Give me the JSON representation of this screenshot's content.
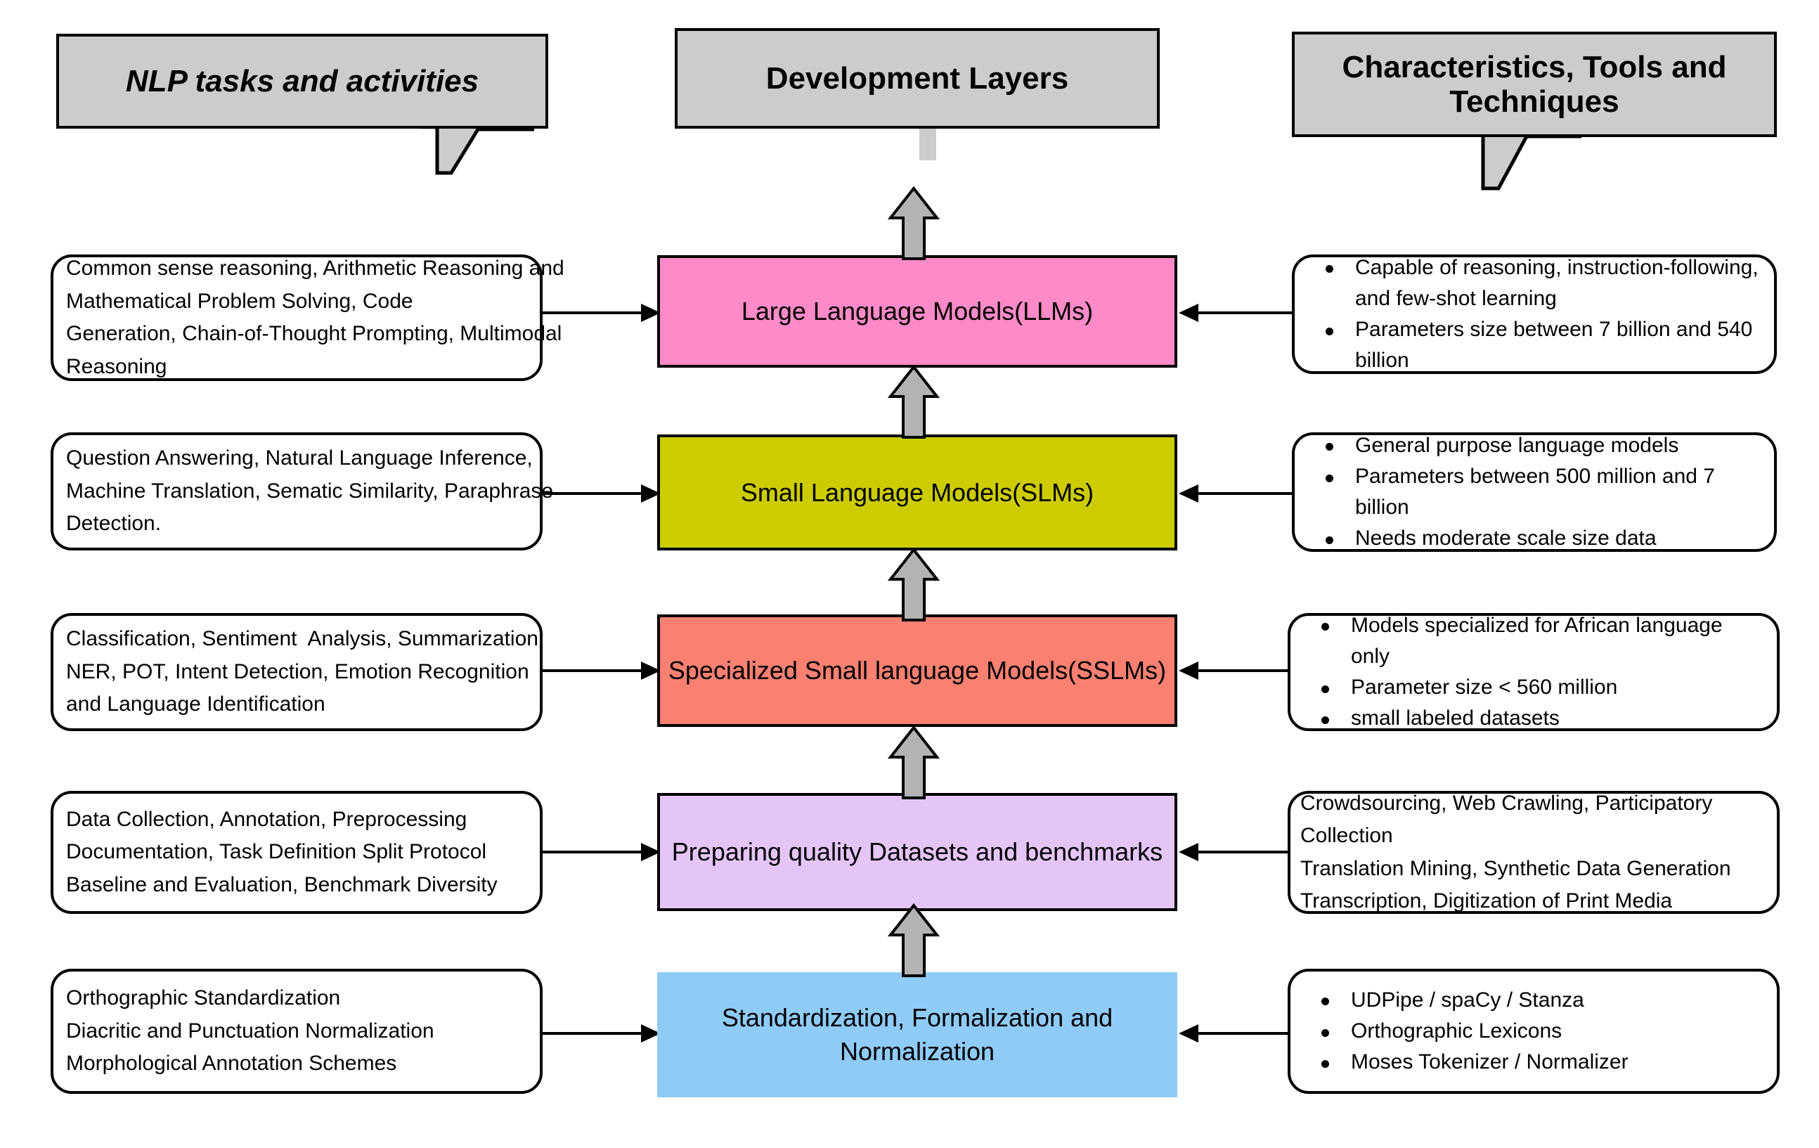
{
  "headers": {
    "left": {
      "label": "NLP tasks and activities"
    },
    "center": {
      "label": "Development Layers"
    },
    "right": {
      "label": "Characteristics, Tools and Techniques"
    }
  },
  "colors": {
    "llm": "#FF8AC8",
    "slm": "#CCCC00",
    "sslm": "#FA8072",
    "datasets": "#E4C5F7",
    "normalization": "#8FCBF7",
    "banner": "#CCCCCC",
    "arrow_fill": "#B3B3B3",
    "stroke": "#000000"
  },
  "layers": [
    {
      "id": "llm",
      "label": "Large Language Models(LLMs)"
    },
    {
      "id": "slm",
      "label": "Small Language Models(SLMs)"
    },
    {
      "id": "sslm",
      "label": "Specialized Small language Models(SSLMs)"
    },
    {
      "id": "datasets",
      "label": "Preparing quality Datasets and benchmarks"
    },
    {
      "id": "normalization",
      "label": "Standardization,  Formalization and Normalization"
    }
  ],
  "left_boxes": [
    {
      "id": "tasks-llm",
      "bulleted": false,
      "lines": [
        "Common sense reasoning, Arithmetic Reasoning and",
        "Mathematical Problem Solving, Code",
        "Generation, Chain-of-Thought Prompting, Multimodal",
        "Reasoning"
      ]
    },
    {
      "id": "tasks-slm",
      "bulleted": false,
      "lines": [
        "Question Answering, Natural Language Inference,",
        "Machine Translation, Sematic Similarity, Paraphrase",
        "Detection."
      ]
    },
    {
      "id": "tasks-sslm",
      "bulleted": false,
      "lines": [
        "Classification, Sentiment  Analysis, Summarization",
        "NER, POT, Intent Detection, Emotion Recognition",
        "and Language Identification"
      ]
    },
    {
      "id": "tasks-datasets",
      "bulleted": false,
      "lines": [
        "Data Collection, Annotation, Preprocessing",
        "Documentation, Task Definition Split Protocol",
        "Baseline and Evaluation, Benchmark Diversity"
      ]
    },
    {
      "id": "tasks-normalization",
      "bulleted": false,
      "lines": [
        "Orthographic Standardization",
        "Diacritic and Punctuation Normalization",
        "Morphological Annotation Schemes"
      ]
    }
  ],
  "right_boxes": [
    {
      "id": "chars-llm",
      "bulleted": true,
      "lines": [
        "Capable of reasoning, instruction-following, and few-shot learning",
        "Parameters size between 7 billion and 540 billion"
      ]
    },
    {
      "id": "chars-slm",
      "bulleted": true,
      "lines": [
        "General purpose language models",
        "Parameters between 500 million and 7 billion",
        "Needs moderate scale size data"
      ]
    },
    {
      "id": "chars-sslm",
      "bulleted": true,
      "lines": [
        "Models specialized for African language only",
        "Parameter size < 560 million",
        "small labeled datasets"
      ]
    },
    {
      "id": "chars-datasets",
      "bulleted": false,
      "lines": [
        "Crowdsourcing, Web Crawling, Participatory",
        "Collection",
        "Translation Mining, Synthetic Data Generation",
        "Transcription, Digitization of Print Media"
      ]
    },
    {
      "id": "chars-normalization",
      "bulleted": true,
      "lines": [
        "UDPipe / spaCy / Stanza",
        "Orthographic Lexicons",
        "Moses Tokenizer / Normalizer"
      ]
    }
  ]
}
